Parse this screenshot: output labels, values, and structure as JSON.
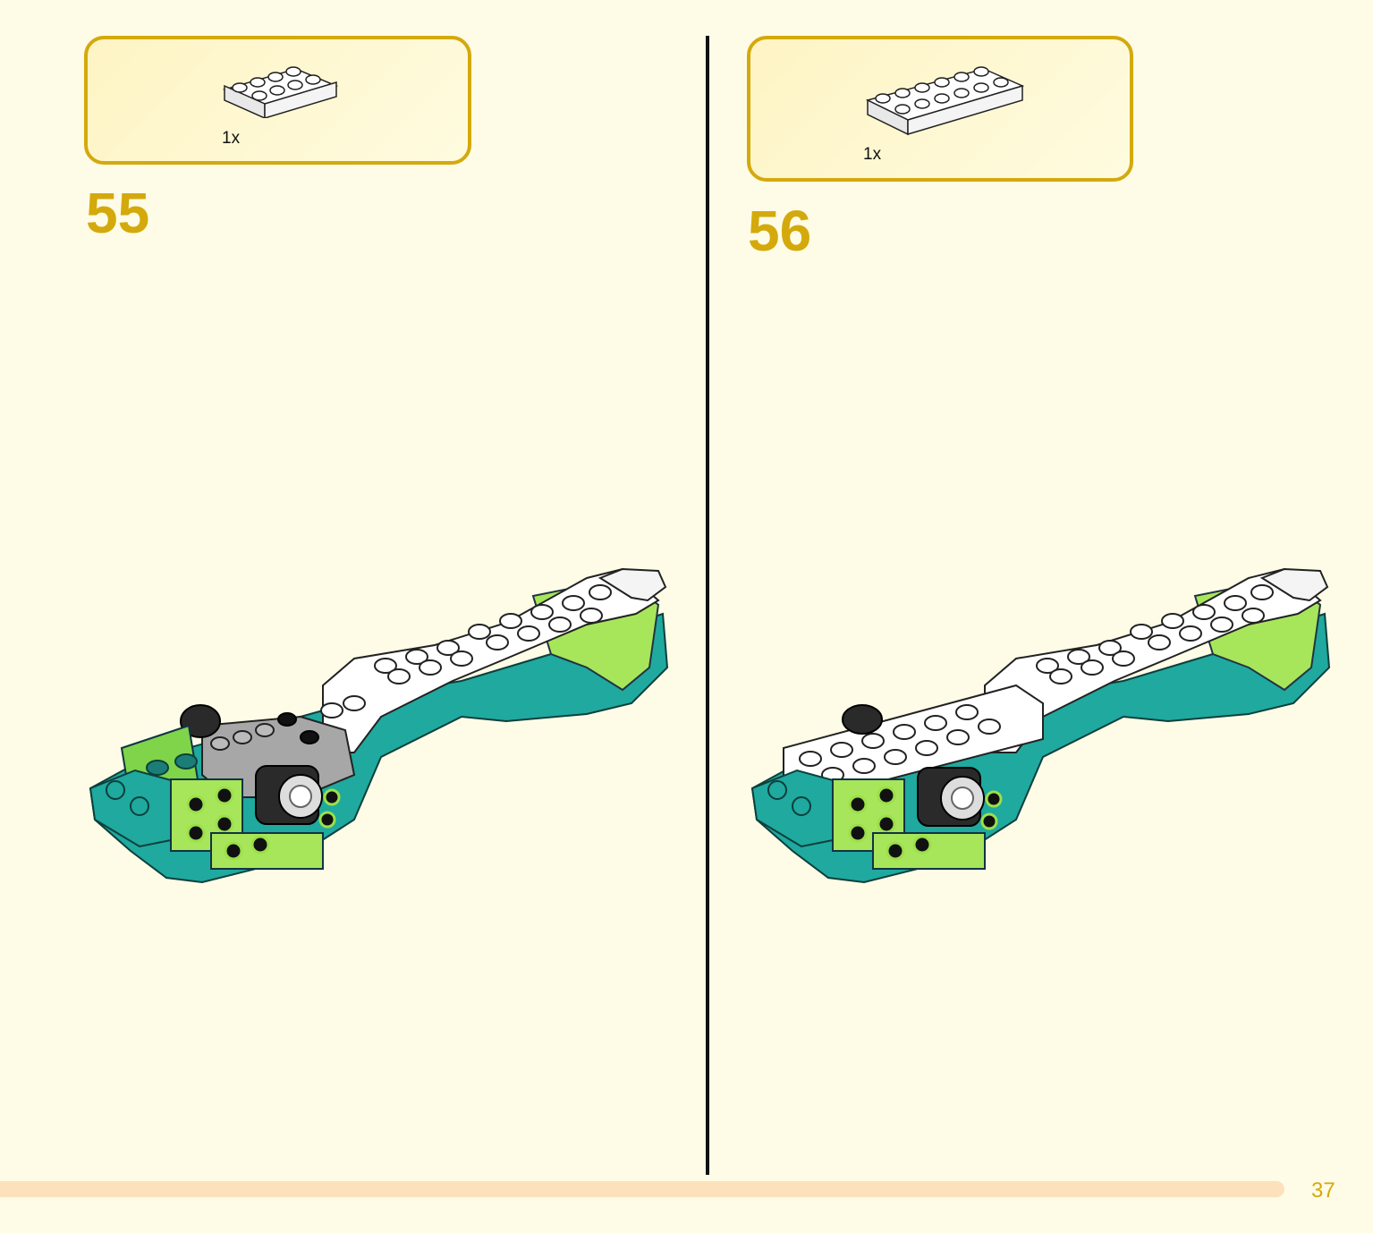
{
  "steps": [
    {
      "number": "55",
      "part_quantity": "1x",
      "part_name": "white-plate-2x4-icon"
    },
    {
      "number": "56",
      "part_quantity": "1x",
      "part_name": "white-plate-2x6-icon"
    }
  ],
  "page_number": "37",
  "colors": {
    "accent": "#d4a90c",
    "background": "#fefce6",
    "teal": "#1fa99f",
    "lime": "#9be04a",
    "white": "#ffffff",
    "black": "#111111",
    "gray": "#a7a7a7"
  }
}
